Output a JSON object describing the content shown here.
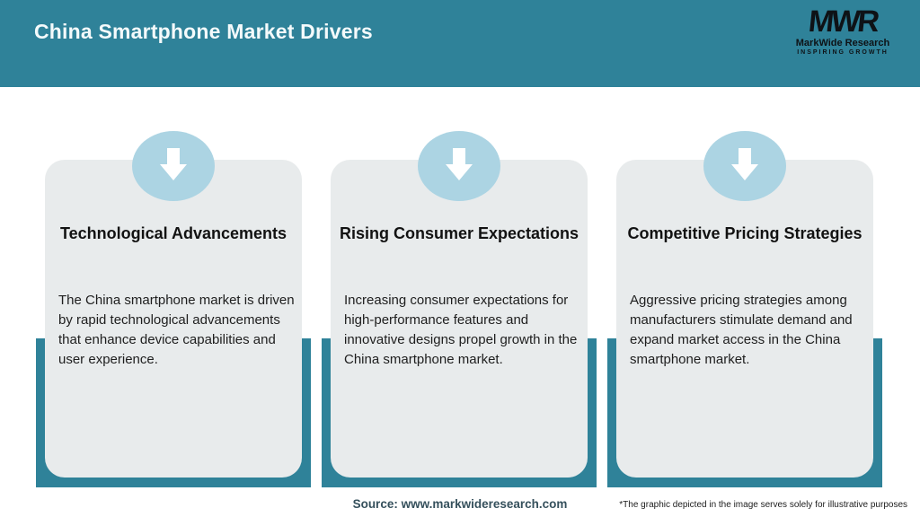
{
  "header": {
    "title": "China Smartphone Market Drivers"
  },
  "logo": {
    "monogram": "MWR",
    "company": "MarkWide Research",
    "tagline": "INSPIRING GROWTH"
  },
  "cards": [
    {
      "icon": "down-arrow-icon",
      "title": "Technological Advancements",
      "body": "The China smartphone market is driven by rapid technological advancements that enhance device capabilities and user experience."
    },
    {
      "icon": "down-arrow-icon",
      "title": "Rising Consumer Expectations",
      "body": "Increasing consumer expectations for high-performance features and innovative designs propel growth in the China smartphone market."
    },
    {
      "icon": "down-arrow-icon",
      "title": "Competitive Pricing Strategies",
      "body": "Aggressive pricing strategies among manufacturers stimulate demand and expand market access in the China smartphone market."
    }
  ],
  "footer": {
    "source": "Source: www.markwideresearch.com",
    "disclaimer": "*The graphic depicted in the image serves solely for illustrative purposes"
  },
  "colors": {
    "teal": "#2F8299",
    "card_bg": "#E8EBEC",
    "badge_blue": "#ACD4E3",
    "source_text": "#35505C"
  }
}
